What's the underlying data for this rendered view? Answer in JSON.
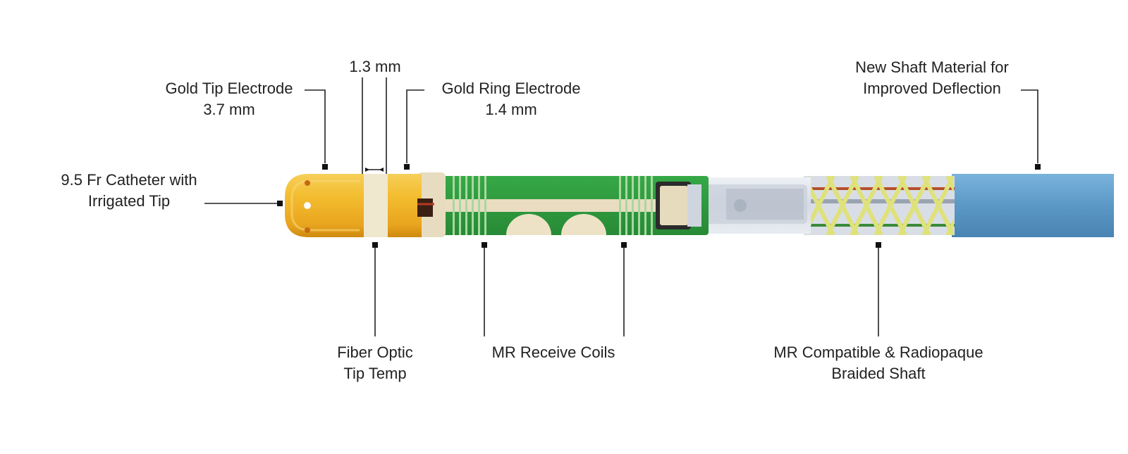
{
  "labels": {
    "catheter": [
      "9.5 Fr Catheter with",
      "Irrigated Tip"
    ],
    "tip": [
      "Gold Tip Electrode",
      "3.7 mm"
    ],
    "gap": [
      "1.3 mm"
    ],
    "ring": [
      "Gold Ring Electrode",
      "1.4 mm"
    ],
    "shaft": [
      "New Shaft Material for",
      "Improved Deflection"
    ],
    "fiber": [
      "Fiber Optic",
      "Tip Temp"
    ],
    "coils": [
      "MR Receive Coils"
    ],
    "braided": [
      "MR Compatible & Radiopaque",
      "Braided Shaft"
    ]
  },
  "colors": {
    "gold": "#f0b52c",
    "gold_dark": "#d48f12",
    "cream": "#e8dcc0",
    "green": "#2e9a3e",
    "green_stripe": "#a8d8a0",
    "clear": "#dde2ea",
    "braid": "#dfe27a",
    "blue": "#5f9cc9",
    "leader": "#222222"
  }
}
